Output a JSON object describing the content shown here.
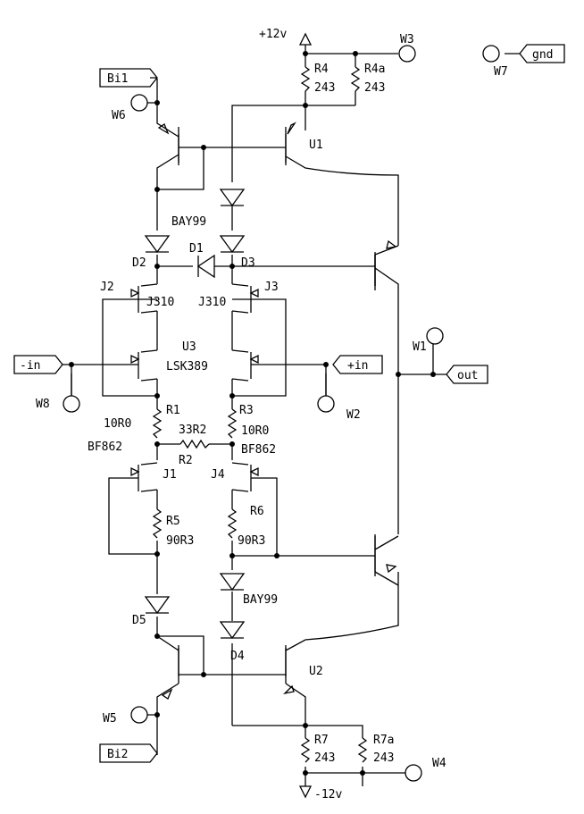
{
  "rails": {
    "pos": "+12v",
    "neg": "-12v"
  },
  "ports": {
    "bi1": "Bi1",
    "bi2": "Bi2",
    "in_neg": "-in",
    "in_pos": "+in",
    "out": "out",
    "gnd": "gnd"
  },
  "testpoints": {
    "w1": "W1",
    "w2": "W2",
    "w3": "W3",
    "w4": "W4",
    "w5": "W5",
    "w6": "W6",
    "w7": "W7",
    "w8": "W8"
  },
  "resistors": {
    "r1": {
      "ref": "R1",
      "value": "10R0"
    },
    "r2": {
      "ref": "R2",
      "value": "33R2"
    },
    "r3": {
      "ref": "R3",
      "value": "10R0"
    },
    "r4": {
      "ref": "R4",
      "value": "243"
    },
    "r4a": {
      "ref": "R4a",
      "value": "243"
    },
    "r5": {
      "ref": "R5",
      "value": "90R3"
    },
    "r6": {
      "ref": "R6",
      "value": "90R3"
    },
    "r7": {
      "ref": "R7",
      "value": "243"
    },
    "r7a": {
      "ref": "R7a",
      "value": "243"
    }
  },
  "diodes": {
    "d1": "D1",
    "d2": "D2",
    "d3": "D3",
    "d4": "D4",
    "d5": "D5",
    "bay_top": "BAY99",
    "bay_bot": "BAY99"
  },
  "transistors": {
    "j1": {
      "ref": "J1",
      "part": "BF862"
    },
    "j2": {
      "ref": "J2",
      "part": "J310"
    },
    "j3": {
      "ref": "J3",
      "part": "J310"
    },
    "j4": {
      "ref": "J4",
      "part": "BF862"
    },
    "u1": "U1",
    "u2": "U2",
    "u3": {
      "ref": "U3",
      "part": "LSK389"
    }
  }
}
